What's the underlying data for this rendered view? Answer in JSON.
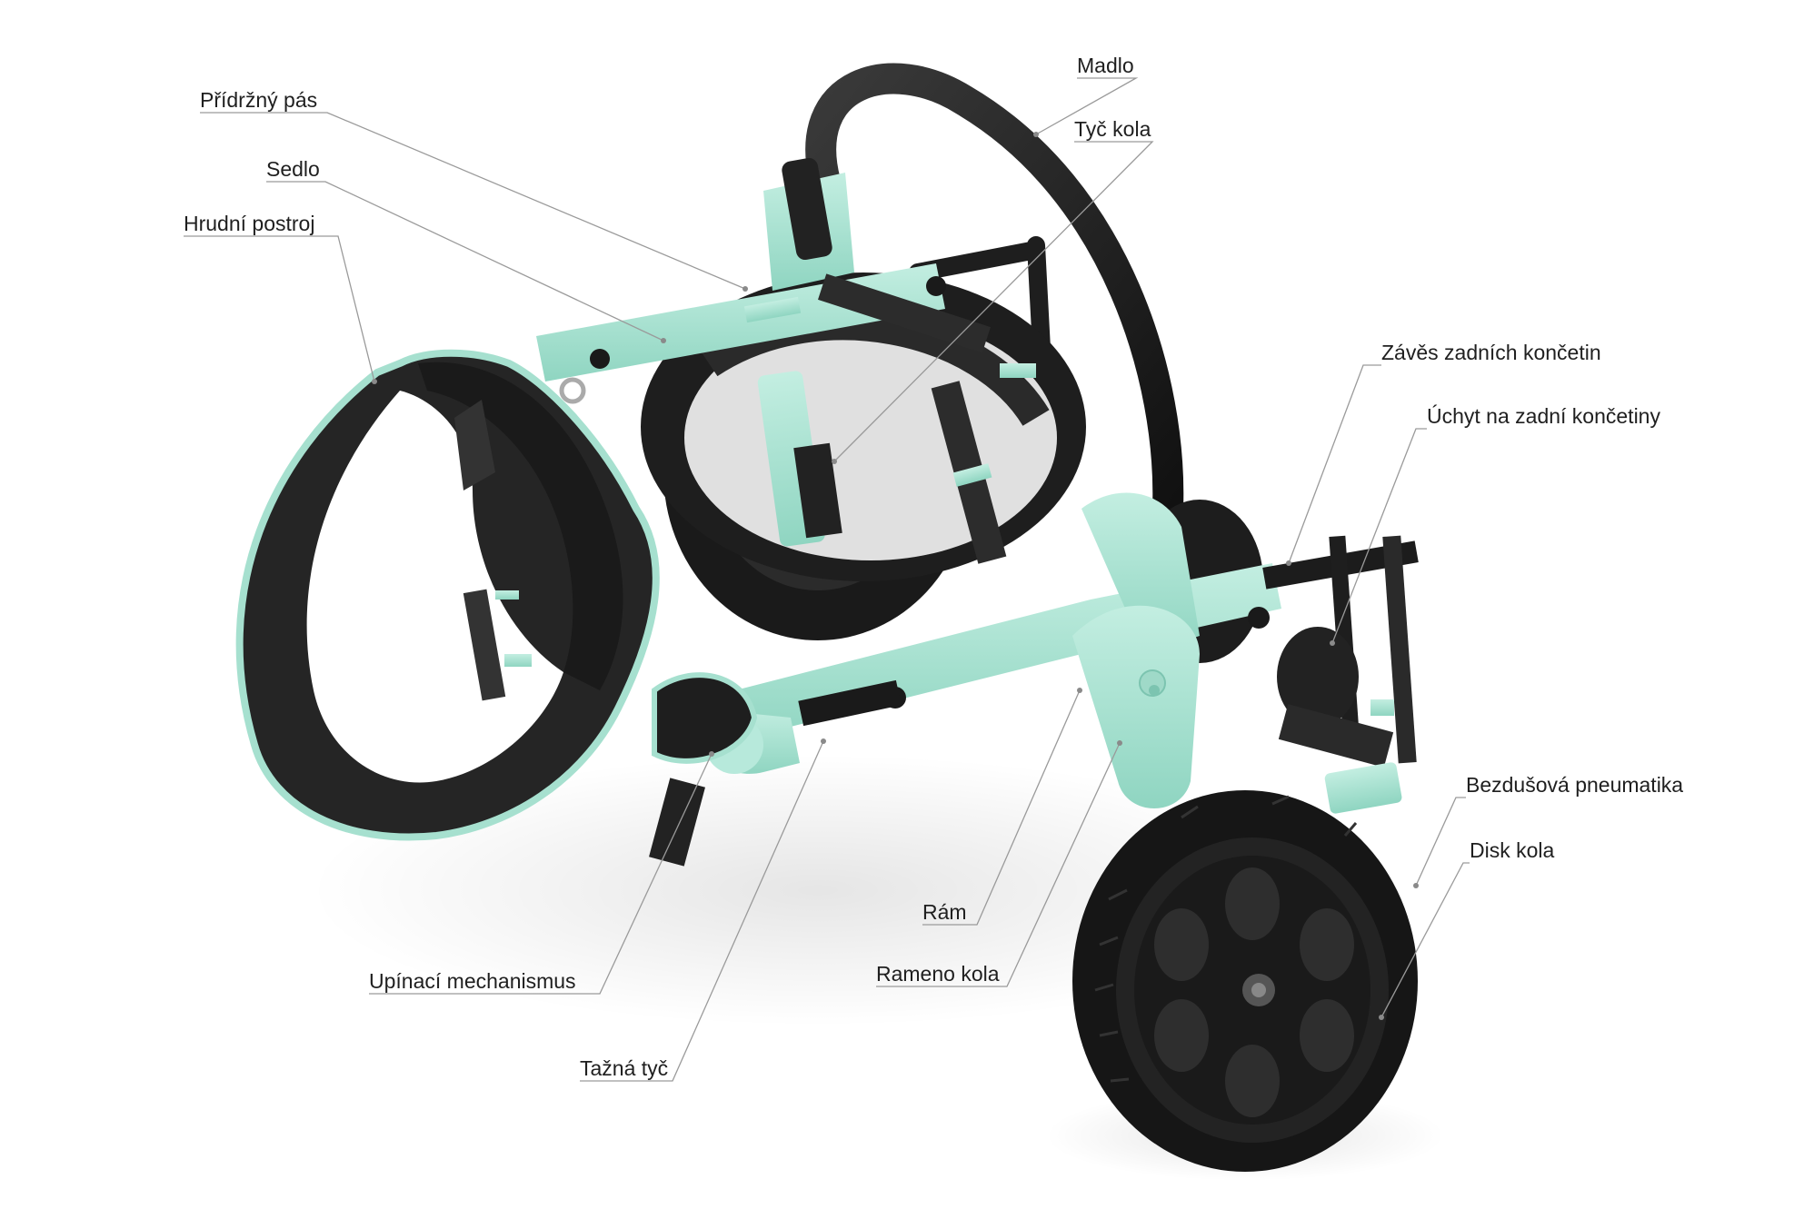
{
  "labels": {
    "pridrzny_pas": "Přídržný pás",
    "sedlo": "Sedlo",
    "hrudni_postroj": "Hrudní postroj",
    "madlo": "Madlo",
    "tyc_kola": "Tyč kola",
    "zaves_zadnich_koncetin": "Závěs zadních končetin",
    "uchyt_na_zadni_koncetiny": "Úchyt na zadní končetiny",
    "bezdusova_pneumatika": "Bezdušová pneumatika",
    "disk_kola": "Disk kola",
    "ram": "Rám",
    "rameno_kola": "Rameno kola",
    "upinaci_mechanismus": "Upínací mechanismus",
    "tazna_tyc": "Tažná tyč"
  },
  "colors": {
    "frame_mint": "#a9e4d3",
    "frame_mint_shade": "#7fcab6",
    "black_part": "#1c1c1c",
    "strap_dark": "#2a2a2a",
    "leader_line": "#9a9a9a",
    "text": "#1f1f1f"
  }
}
